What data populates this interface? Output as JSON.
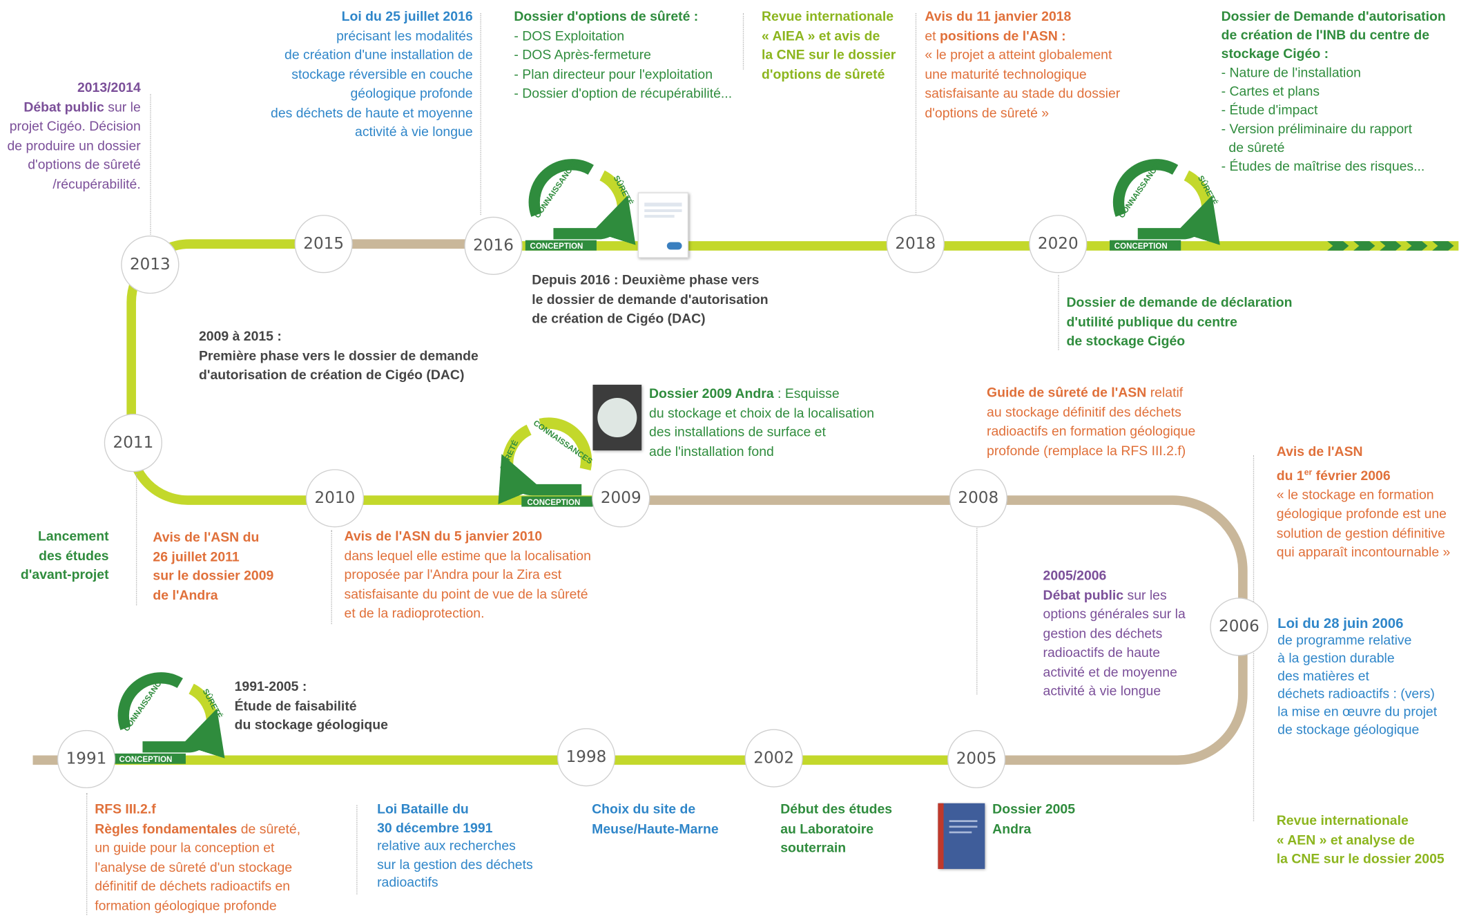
{
  "colors": {
    "green_track": "#c3d82b",
    "beige_track": "#c9b79a",
    "purple": "#7b4f99",
    "blue": "#2f86c9",
    "green": "#2f8c3d",
    "lime": "#8cb51e",
    "orange": "#e0703a",
    "dark_green": "#1f7a3c"
  },
  "years": {
    "y1991": "1991",
    "y1998": "1998",
    "y2002": "2002",
    "y2005": "2005",
    "y2006": "2006",
    "y2008": "2008",
    "y2009": "2009",
    "y2010": "2010",
    "y2011": "2011",
    "y2013": "2013",
    "y2015": "2015",
    "y2016": "2016",
    "y2018": "2018",
    "y2020": "2020"
  },
  "cycle": {
    "knowledge": "CONNAISSANCES",
    "safety": "SÛRETÉ",
    "design": "CONCEPTION",
    "icons": [
      "cycle-arrows-icon"
    ]
  },
  "events": {
    "e2013_2014": {
      "title": "2013/2014",
      "l1_bold": "Débat public",
      "l1_rest": " sur le",
      "l2": "projet Cigéo. Décision",
      "l3": "de produire un dossier",
      "l4": "d'options de sûreté",
      "l5": "/récupérabilité."
    },
    "loi_2016": {
      "title": "Loi du 25 juillet 2016",
      "lines": [
        "précisant les modalités",
        "de création d'une installation de",
        "stockage réversible en couche",
        "géologique profonde",
        "des déchets de haute et moyenne",
        "activité à vie longue"
      ]
    },
    "dos_2016": {
      "title": "Dossier d'options de sûreté :",
      "lines": [
        "- DOS Exploitation",
        "- DOS Après-fermeture",
        "- Plan directeur pour l'exploitation",
        "- Dossier d'option de récupérabilité..."
      ]
    },
    "aiea": {
      "lines": [
        "Revue internationale",
        "« AIEA » et avis de",
        "la CNE sur le dossier",
        "d'options de sûreté"
      ]
    },
    "avis_2018": {
      "title1": "Avis du 11 janvier 2018",
      "title2_pre": "et ",
      "title2_bold": "positions de l'ASN :",
      "lines": [
        "« le projet a atteint globalement",
        "une maturité technologique",
        "satisfaisante au stade du dossier",
        "d'options de sûreté »"
      ]
    },
    "dac_inb": {
      "titles": [
        "Dossier de Demande d'autorisation",
        "de création de l'INB du centre de",
        "stockage Cigéo :"
      ],
      "lines": [
        "- Nature de l'installation",
        "- Cartes et plans",
        "- Étude d'impact",
        "- Version préliminaire du rapport",
        "  de sûreté",
        "- Études de maîtrise des risques..."
      ]
    },
    "depuis_2016": {
      "lines": [
        "Depuis 2016 : Deuxième phase vers",
        "le dossier de demande d'autorisation",
        "de création de Cigéo (DAC)"
      ]
    },
    "dup": {
      "lines": [
        "Dossier de demande de déclaration",
        "d'utilité publique du centre",
        "de stockage Cigéo"
      ]
    },
    "phase_2009_2015": {
      "lines": [
        "2009 à 2015 :",
        "Première phase vers le dossier de demande",
        "d'autorisation de création de Cigéo (DAC)"
      ]
    },
    "dossier_2009": {
      "title": "Dossier 2009 Andra",
      "title_rest": " : Esquisse",
      "lines": [
        "du stockage et choix de la localisation",
        "des installations de surface et",
        "ade l'installation fond"
      ]
    },
    "guide_asn": {
      "title": "Guide de sûreté de l'ASN",
      "title_rest": " relatif",
      "lines": [
        "au stockage définitif des déchets",
        "radioactifs en formation géologique",
        "profonde  (remplace la RFS III.2.f)"
      ]
    },
    "avis_2006": {
      "titles": [
        "Avis de l'ASN",
        "du 1",
        "er",
        " février 2006"
      ],
      "lines": [
        "« le stockage  en formation",
        "géologique profonde est une",
        "solution de gestion définitive",
        "qui apparaît incontournable »"
      ]
    },
    "lancement": {
      "lines": [
        "Lancement",
        "des études",
        "d'avant-projet"
      ]
    },
    "avis_2011": {
      "lines": [
        "Avis de l'ASN du",
        "26 juillet 2011",
        "sur le dossier 2009",
        "de l'Andra"
      ]
    },
    "avis_2010": {
      "title": "Avis de l'ASN du 5 janvier 2010",
      "lines": [
        "dans lequel elle estime que la localisation",
        "proposée par l'Andra pour la Zira est",
        "satisfaisante du point de vue de la sûreté",
        "et de la radioprotection."
      ]
    },
    "debat_2005": {
      "title": "2005/2006",
      "l1_bold": "Débat public",
      "l1_rest": " sur les",
      "lines": [
        "options générales sur la",
        "gestion des déchets",
        "radioactifs de haute",
        "activité et de moyenne",
        "activité à vie longue"
      ]
    },
    "loi_2006": {
      "title": "Loi du 28 juin 2006",
      "lines": [
        "de programme relative",
        "à la gestion durable",
        "des matières et",
        "déchets radioactifs : (vers)",
        "la mise en œuvre du projet",
        "de stockage géologique"
      ]
    },
    "faisabilite": {
      "lines": [
        "1991-2005 :",
        "Étude de faisabilité",
        "du stockage géologique"
      ]
    },
    "rfs": {
      "title": "RFS III.2.f",
      "l2_bold": "Règles fondamentales",
      "l2_rest": " de sûreté,",
      "lines": [
        "un guide pour la conception et",
        "l'analyse de sûreté d'un stockage",
        "définitif de déchets radioactifs en",
        "formation géologique profonde"
      ]
    },
    "loi_bataille": {
      "titles": [
        "Loi Bataille du",
        "30 décembre 1991"
      ],
      "lines": [
        "relative aux recherches",
        "sur la gestion des déchets",
        "radioactifs"
      ]
    },
    "choix_site": {
      "lines": [
        "Choix du site de",
        "Meuse/Haute-Marne"
      ]
    },
    "debut_labo": {
      "lines": [
        "Début des études",
        "au Laboratoire",
        "souterrain"
      ]
    },
    "dossier_2005": {
      "lines": [
        "Dossier 2005",
        "Andra"
      ]
    },
    "aen": {
      "lines": [
        "Revue internationale",
        "« AEN » et analyse de",
        "la CNE sur le dossier 2005"
      ]
    }
  }
}
